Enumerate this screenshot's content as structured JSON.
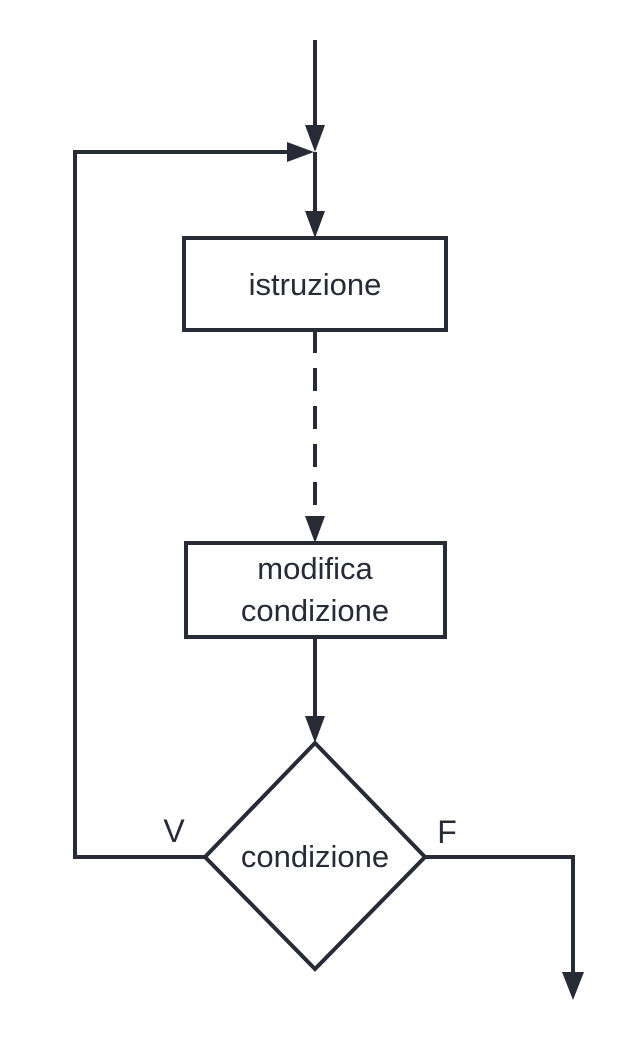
{
  "colors": {
    "background": "#ffffff",
    "stroke": "#262b36",
    "text": "#262b36"
  },
  "flowchart": {
    "process_1": {
      "label": "istruzione"
    },
    "process_2": {
      "line1": "modifica",
      "line2": "condizione"
    },
    "decision": {
      "label": "condizione"
    },
    "branch_true": {
      "label": "V"
    },
    "branch_false": {
      "label": "F"
    }
  }
}
